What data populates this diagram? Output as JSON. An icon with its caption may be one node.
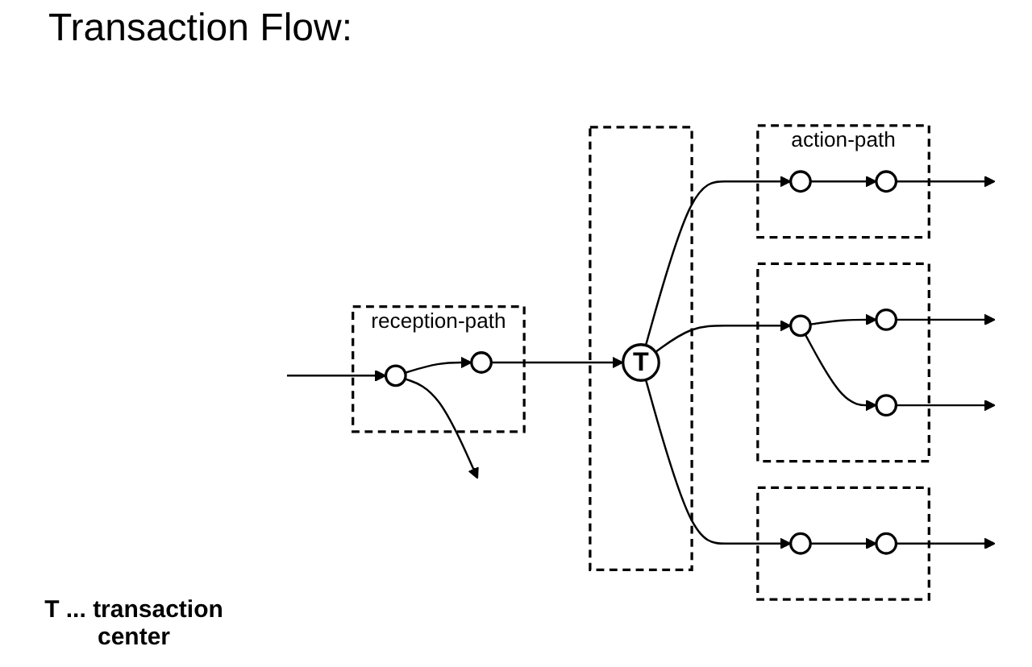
{
  "diagram": {
    "title": "Transaction Flow:",
    "nodes": [
      {
        "text": [
          "reception-path"
        ]
      },
      {
        "text": [],
        "shape": "circle",
        "in": 0
      },
      {
        "text": [],
        "shape": "circle",
        "in": 0
      },
      {
        "text": [],
        "shape": "box"
      },
      {
        "text": [
          "T"
        ],
        "in": 3
      },
      {
        "text": [
          "action-path"
        ]
      },
      {
        "text": [],
        "shape": "circle",
        "in": 5
      },
      {
        "text": [],
        "shape": "circle",
        "in": 5
      },
      {
        "text": [],
        "shape": "box"
      },
      {
        "text": [],
        "shape": "circle",
        "in": 8
      },
      {
        "text": [],
        "shape": "circle",
        "in": 8
      },
      {
        "text": [],
        "shape": "circle",
        "in": 8
      },
      {
        "text": [],
        "shape": "box"
      },
      {
        "text": [],
        "shape": "circle",
        "in": 12
      },
      {
        "text": [],
        "shape": "circle",
        "in": 12
      }
    ],
    "edges": [
      {
        "from": null,
        "to": 1,
        "arrow": "to"
      },
      {
        "from": 1,
        "to": null,
        "arrow": "to"
      },
      {
        "from": 1,
        "to": 2,
        "arrow": "to"
      },
      {
        "from": 2,
        "to": 4,
        "arrow": "to"
      },
      {
        "from": 4,
        "to": 6,
        "arrow": "to"
      },
      {
        "from": 6,
        "to": 7,
        "arrow": "to"
      },
      {
        "from": 7,
        "to": null,
        "arrow": "to"
      },
      {
        "from": 4,
        "to": 9,
        "arrow": "to"
      },
      {
        "from": 9,
        "to": 10,
        "arrow": "to"
      },
      {
        "from": 10,
        "to": null,
        "arrow": "to"
      },
      {
        "from": 9,
        "to": 11,
        "arrow": "to"
      },
      {
        "from": 11,
        "to": null,
        "arrow": "to"
      },
      {
        "from": 4,
        "to": 13,
        "arrow": "to"
      },
      {
        "from": 13,
        "to": 14,
        "arrow": "to"
      },
      {
        "from": 14,
        "to": null,
        "arrow": "to"
      }
    ],
    "labels": [
      "T ... transaction center"
    ]
  }
}
